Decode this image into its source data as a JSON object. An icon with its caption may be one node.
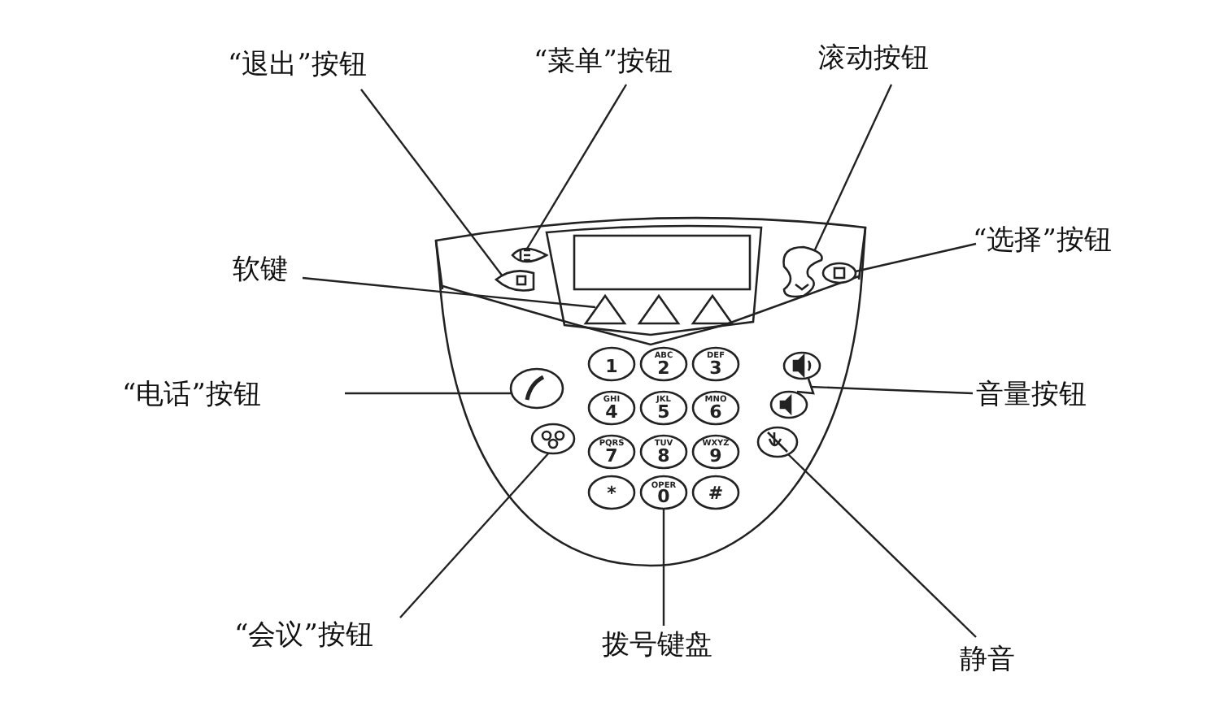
{
  "diagram": {
    "nodes": [
      {
        "text": [
          "“退出”按钮"
        ]
      },
      {
        "text": [
          "“菜单”按钮"
        ]
      },
      {
        "text": [
          "滚动按钮"
        ]
      },
      {
        "text": [
          "“选择”按钮"
        ]
      },
      {
        "text": [
          "软键"
        ]
      },
      {
        "text": [
          "“电话”按钮"
        ]
      },
      {
        "text": [
          "音量按钮"
        ]
      },
      {
        "text": [
          "“会议”按钮"
        ]
      },
      {
        "text": [
          "拨号键盘"
        ]
      },
      {
        "text": [
          "静音"
        ]
      },
      {
        "text": [],
        "shape": "button"
      },
      {
        "text": [],
        "shape": "button"
      },
      {
        "text": [],
        "shape": "button"
      },
      {
        "text": [],
        "shape": "button"
      },
      {
        "text": [],
        "shape": "triangle"
      },
      {
        "text": [],
        "shape": "button"
      },
      {
        "text": [],
        "shape": "button"
      },
      {
        "text": [],
        "shape": "button"
      },
      {
        "text": [
          "OPER",
          "0"
        ]
      },
      {
        "text": [],
        "shape": "button"
      }
    ],
    "edges": [
      {
        "from": 0,
        "to": 10,
        "arrow": "none"
      },
      {
        "from": 1,
        "to": 11,
        "arrow": "none"
      },
      {
        "from": 2,
        "to": 12,
        "arrow": "none"
      },
      {
        "from": 3,
        "to": 13,
        "arrow": "none"
      },
      {
        "from": 4,
        "to": 14,
        "arrow": "none"
      },
      {
        "from": 5,
        "to": 15,
        "arrow": "none"
      },
      {
        "from": 6,
        "to": 16,
        "arrow": "none"
      },
      {
        "from": 7,
        "to": 17,
        "arrow": "none"
      },
      {
        "from": 8,
        "to": 18,
        "arrow": "none"
      },
      {
        "from": 9,
        "to": 19,
        "arrow": "none"
      }
    ],
    "labels": [
      "1",
      "ABC",
      "2",
      "DEF",
      "3",
      "GHI",
      "4",
      "JKL",
      "5",
      "MNO",
      "6",
      "PQRS",
      "7",
      "TUV",
      "8",
      "WXYZ",
      "9",
      "*",
      "#"
    ]
  }
}
